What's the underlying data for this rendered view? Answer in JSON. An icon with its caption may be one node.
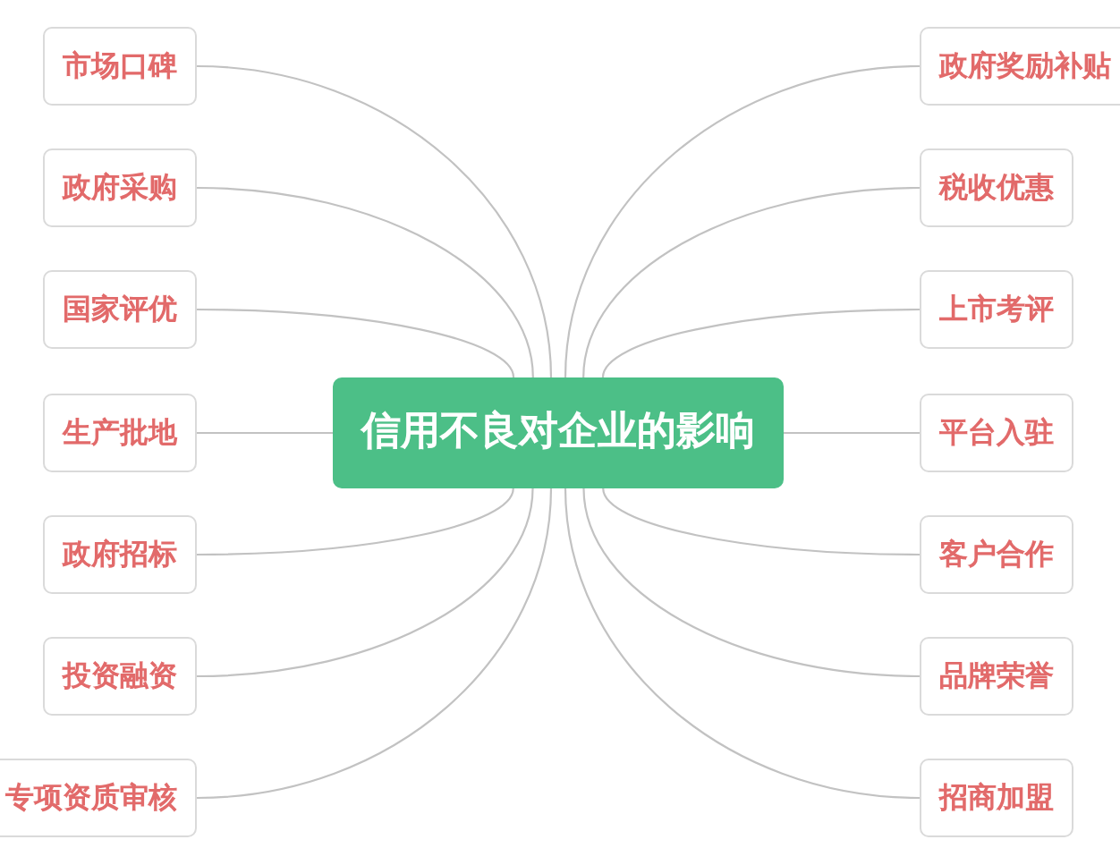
{
  "diagram": {
    "nodes": [
      {
        "text": [
          "信用不良对企业的影响"
        ]
      },
      {
        "text": [
          "市场口碑"
        ]
      },
      {
        "text": [
          "政府采购"
        ]
      },
      {
        "text": [
          "国家评优"
        ]
      },
      {
        "text": [
          "生产批地"
        ]
      },
      {
        "text": [
          "政府招标"
        ]
      },
      {
        "text": [
          "投资融资"
        ]
      },
      {
        "text": [
          "专项资质审核"
        ]
      },
      {
        "text": [
          "政府奖励补贴"
        ]
      },
      {
        "text": [
          "税收优惠"
        ]
      },
      {
        "text": [
          "上市考评"
        ]
      },
      {
        "text": [
          "平台入驻"
        ]
      },
      {
        "text": [
          "客户合作"
        ]
      },
      {
        "text": [
          "品牌荣誉"
        ]
      },
      {
        "text": [
          "招商加盟"
        ]
      }
    ],
    "edges": [
      {
        "from": 0,
        "to": 1,
        "arrow": "none"
      },
      {
        "from": 0,
        "to": 2,
        "arrow": "none"
      },
      {
        "from": 0,
        "to": 3,
        "arrow": "none"
      },
      {
        "from": 0,
        "to": 4,
        "arrow": "none"
      },
      {
        "from": 0,
        "to": 5,
        "arrow": "none"
      },
      {
        "from": 0,
        "to": 6,
        "arrow": "none"
      },
      {
        "from": 0,
        "to": 7,
        "arrow": "none"
      },
      {
        "from": 0,
        "to": 8,
        "arrow": "none"
      },
      {
        "from": 0,
        "to": 9,
        "arrow": "none"
      },
      {
        "from": 0,
        "to": 10,
        "arrow": "none"
      },
      {
        "from": 0,
        "to": 11,
        "arrow": "none"
      },
      {
        "from": 0,
        "to": 12,
        "arrow": "none"
      },
      {
        "from": 0,
        "to": 13,
        "arrow": "none"
      },
      {
        "from": 0,
        "to": 14,
        "arrow": "none"
      }
    ]
  }
}
